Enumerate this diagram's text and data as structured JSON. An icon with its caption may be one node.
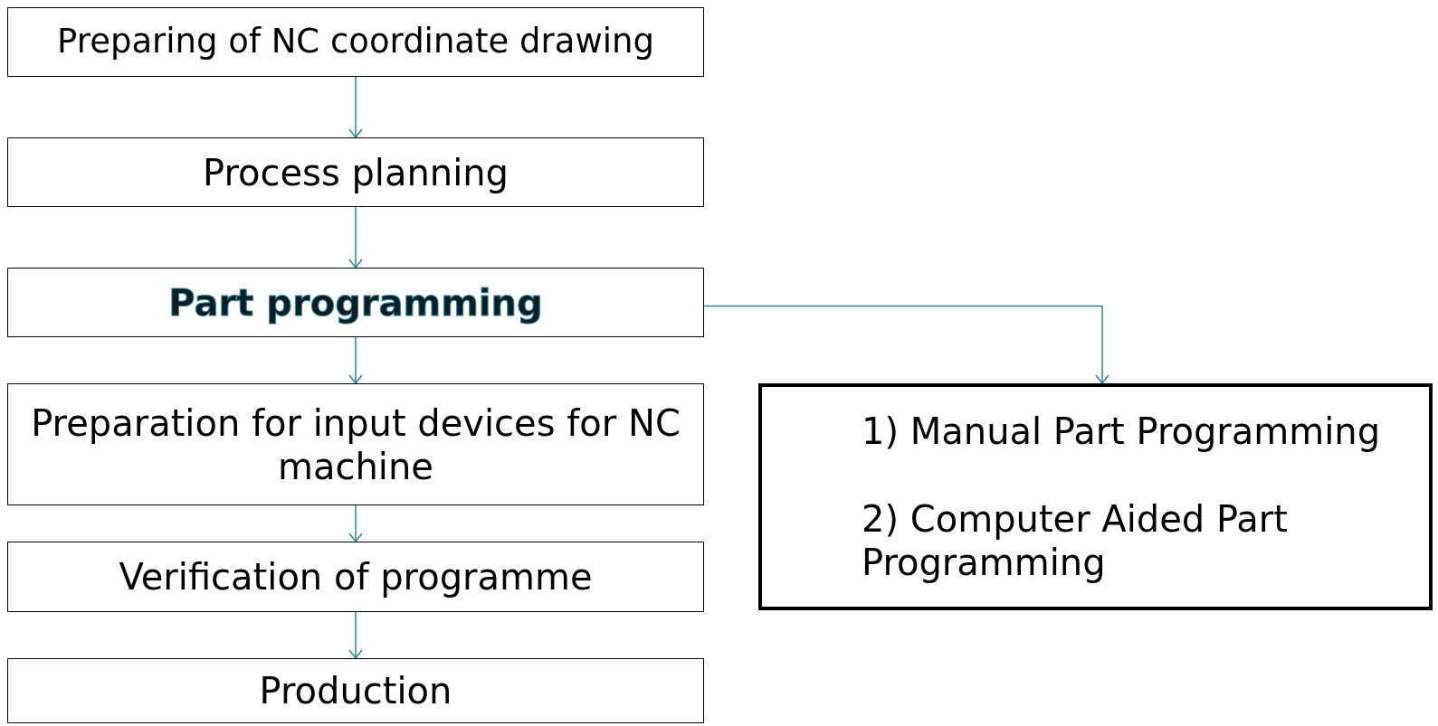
{
  "diagram": {
    "nodes": [
      {
        "text": [
          "Preparing of NC coordinate drawing"
        ]
      },
      {
        "text": [
          "Process planning"
        ]
      },
      {
        "text": [
          "Part programming"
        ]
      },
      {
        "text": [
          "Preparation for input devices for NC machine"
        ]
      },
      {
        "text": [
          "Verification of programme"
        ]
      },
      {
        "text": [
          "Production"
        ]
      },
      {
        "text": [
          "1) Manual Part Programming",
          "2) Computer Aided Part Programming"
        ]
      }
    ],
    "edges": [
      {
        "from": 0,
        "to": 1,
        "arrow": "to"
      },
      {
        "from": 1,
        "to": 2,
        "arrow": "to"
      },
      {
        "from": 2,
        "to": 3,
        "arrow": "to"
      },
      {
        "from": 3,
        "to": 4,
        "arrow": "to"
      },
      {
        "from": 4,
        "to": 5,
        "arrow": "to"
      },
      {
        "from": 2,
        "to": 6,
        "arrow": "to"
      }
    ]
  }
}
